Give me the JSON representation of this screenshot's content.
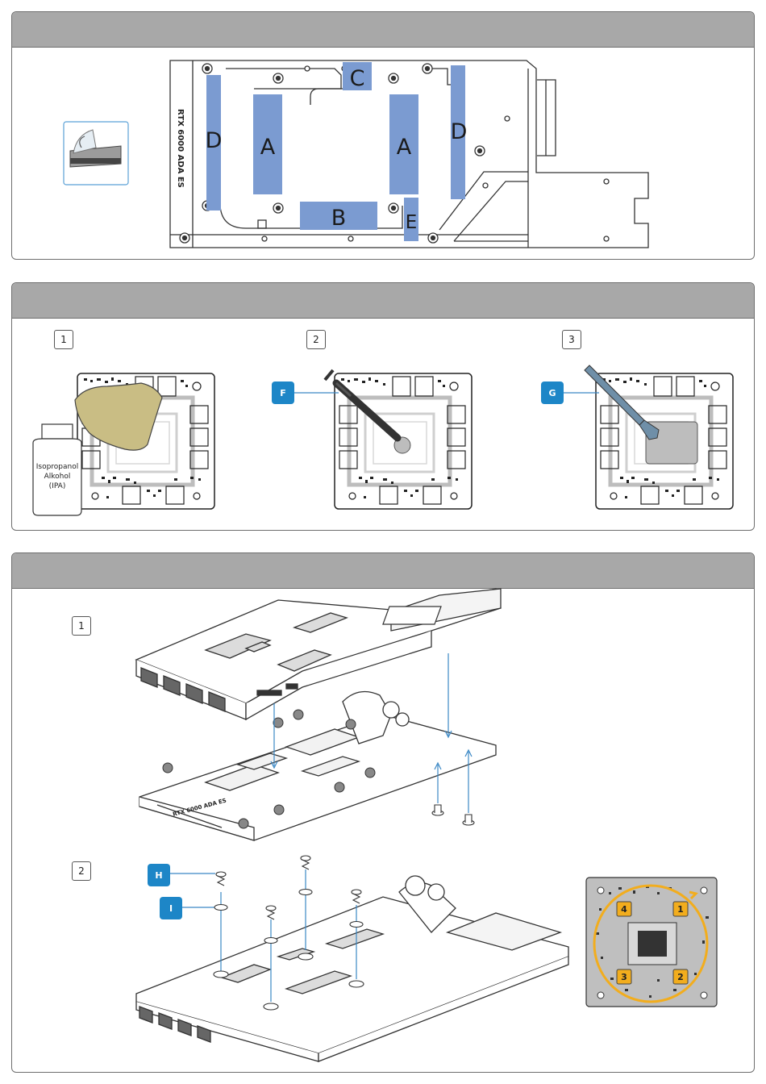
{
  "colors": {
    "header": "#a8a8a8",
    "pad": "#7b9bd1",
    "tag": "#1d86c7",
    "arrow": "#3b88c5",
    "sequence": "#f2ad1d"
  },
  "section1": {
    "board_marking": "RTX 6000 ADA ES",
    "pads": [
      {
        "label": "A"
      },
      {
        "label": "A"
      },
      {
        "label": "B"
      },
      {
        "label": "C"
      },
      {
        "label": "D"
      },
      {
        "label": "D"
      },
      {
        "label": "E"
      }
    ]
  },
  "section2": {
    "steps": [
      "1",
      "2",
      "3"
    ],
    "bottle_label": [
      "Isopropanol",
      "Alkohol",
      "(IPA)"
    ],
    "tags": [
      "F",
      "G"
    ]
  },
  "section3": {
    "steps": [
      "1",
      "2"
    ],
    "tags": [
      "H",
      "I"
    ],
    "board_marking": "RTX 6000 ADA ES",
    "sequence": [
      "1",
      "2",
      "3",
      "4"
    ]
  }
}
